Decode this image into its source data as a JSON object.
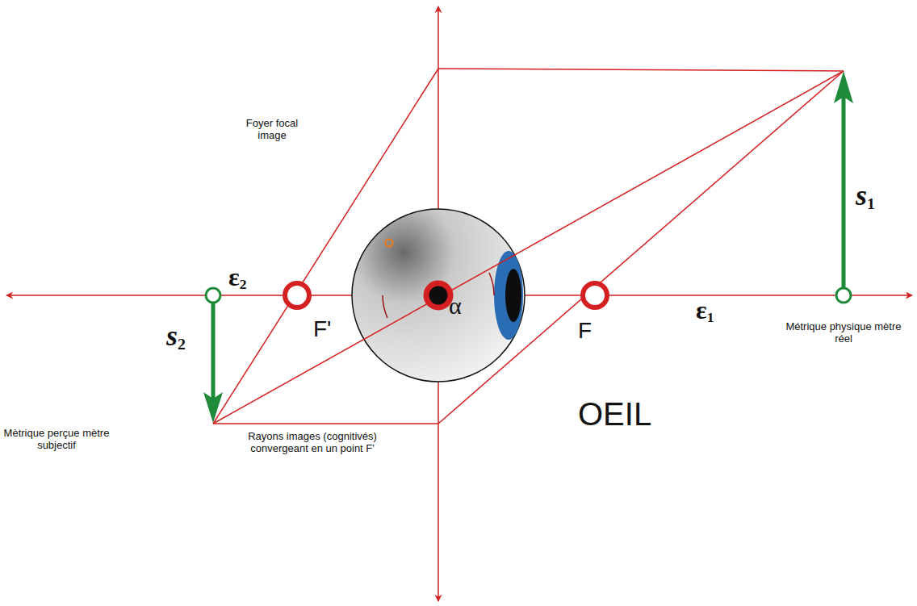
{
  "diagram": {
    "labels": [
      "Foyer focal image",
      "ε2",
      "F'",
      "α",
      "F",
      "ε1",
      "s1",
      "s2",
      "OEIL",
      "Métrique physique mètre réel",
      "Mètrique perçue mètre subjectif",
      "Rayons images (cognitivés) convergeant en un point F'"
    ]
  }
}
